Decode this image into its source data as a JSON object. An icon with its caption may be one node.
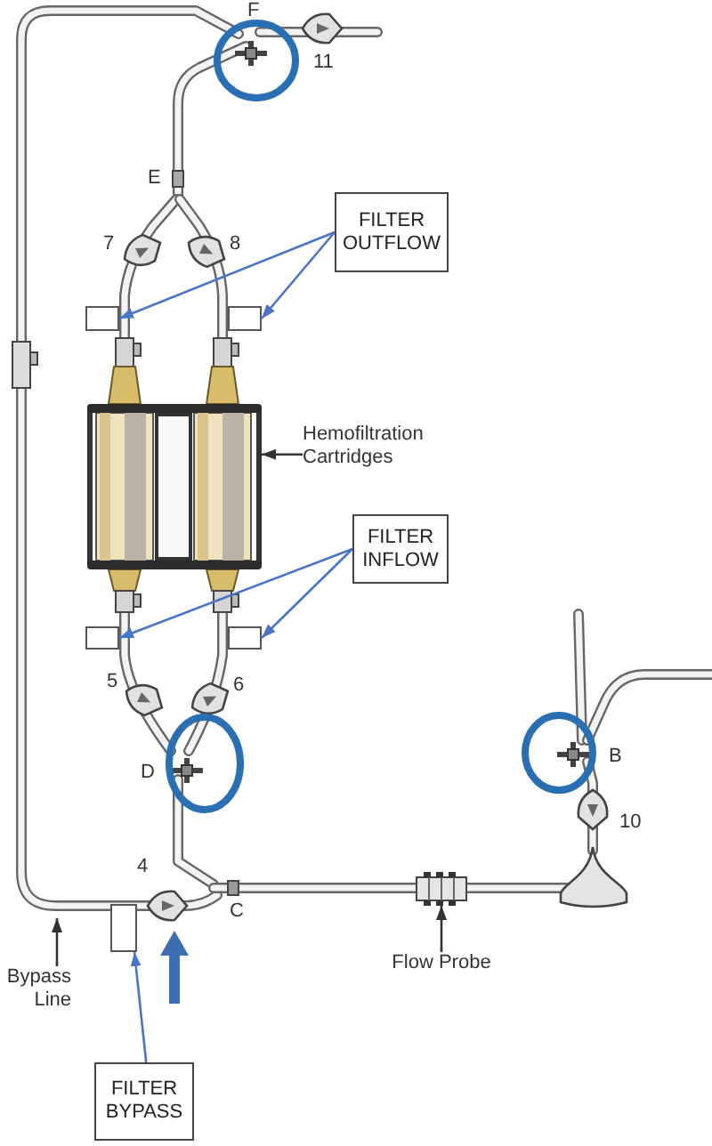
{
  "diagram": {
    "nodes": [
      {
        "text": [
          "FILTER OUTFLOW"
        ]
      },
      {
        "text": [],
        "shape": "box"
      },
      {
        "text": [],
        "shape": "box"
      },
      {
        "text": [
          "Hemofiltration Cartridges"
        ]
      },
      {
        "text": [],
        "shape": "picture"
      },
      {
        "text": [
          "FILTER INFLOW"
        ]
      },
      {
        "text": [],
        "shape": "box"
      },
      {
        "text": [],
        "shape": "box"
      },
      {
        "text": [],
        "shape": "picture"
      },
      {
        "text": [],
        "shape": "box"
      },
      {
        "text": [
          "Flow Probe"
        ]
      },
      {
        "text": [
          "Bypass Line"
        ]
      },
      {
        "text": [
          "FILTER BYPASS"
        ]
      }
    ],
    "edges": [
      {
        "from": 0,
        "to": 1,
        "arrow": "to"
      },
      {
        "from": 0,
        "to": 2,
        "arrow": "to"
      },
      {
        "from": 3,
        "to": 4,
        "arrow": "to",
        "color": "#333333"
      },
      {
        "from": 5,
        "to": 6,
        "arrow": "to"
      },
      {
        "from": 5,
        "to": 7,
        "arrow": "to"
      },
      {
        "from": 10,
        "to": 8,
        "arrow": "to",
        "color": "#333333"
      },
      {
        "from": 11,
        "to": null,
        "arrow": "to",
        "color": "#333333"
      },
      {
        "from": 12,
        "to": 9,
        "arrow": "to"
      }
    ],
    "labels": [
      "F",
      "11",
      "E",
      "7",
      "8",
      "5",
      "6",
      "B",
      "D",
      "10",
      "4",
      "C"
    ]
  }
}
